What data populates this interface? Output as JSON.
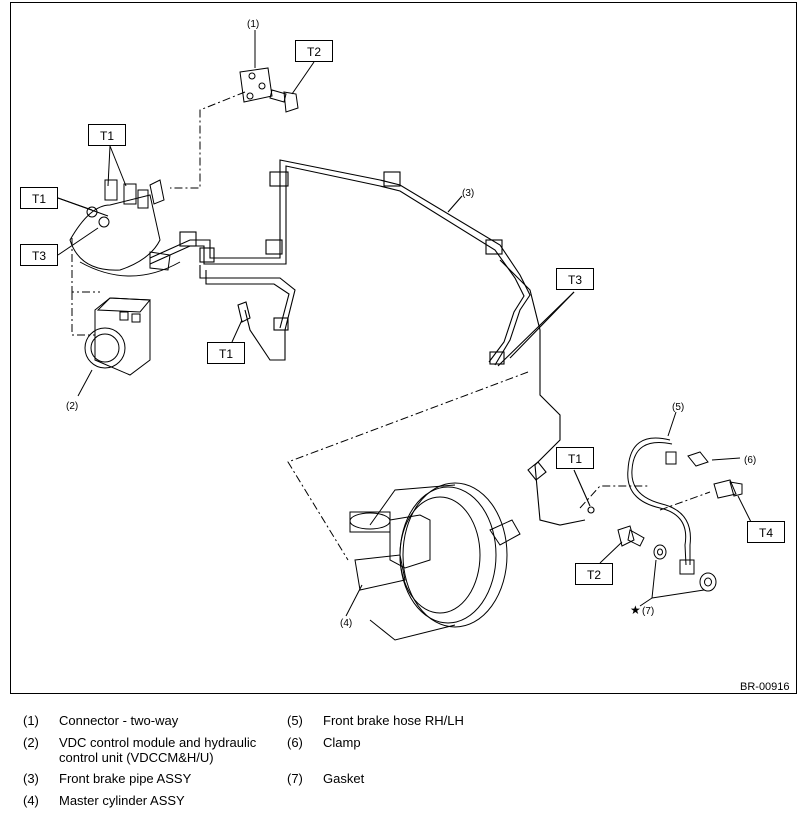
{
  "diagram": {
    "figure_id": "BR-00916",
    "callouts": {
      "c1": "(1)",
      "c2": "(2)",
      "c3": "(3)",
      "c4": "(4)",
      "c5": "(5)",
      "c6": "(6)",
      "c7": "(7)",
      "star": "★"
    },
    "torque_boxes": {
      "t2_top": "T2",
      "t1_upper": "T1",
      "t1_left": "T1",
      "t3_left": "T3",
      "t1_mid": "T1",
      "t3_right": "T3",
      "t1_right": "T1",
      "t4": "T4",
      "t2_bottom": "T2"
    }
  },
  "legend": [
    {
      "num": "(1)",
      "text": "Connector - two-way"
    },
    {
      "num": "(2)",
      "text": "VDC control module and hydraulic control unit (VDCCM&H/U)"
    },
    {
      "num": "(3)",
      "text": "Front brake pipe ASSY"
    },
    {
      "num": "(4)",
      "text": "Master cylinder ASSY"
    },
    {
      "num": "(5)",
      "text": "Front brake hose RH/LH"
    },
    {
      "num": "(6)",
      "text": "Clamp"
    },
    {
      "num": "(7)",
      "text": "Gasket"
    }
  ]
}
